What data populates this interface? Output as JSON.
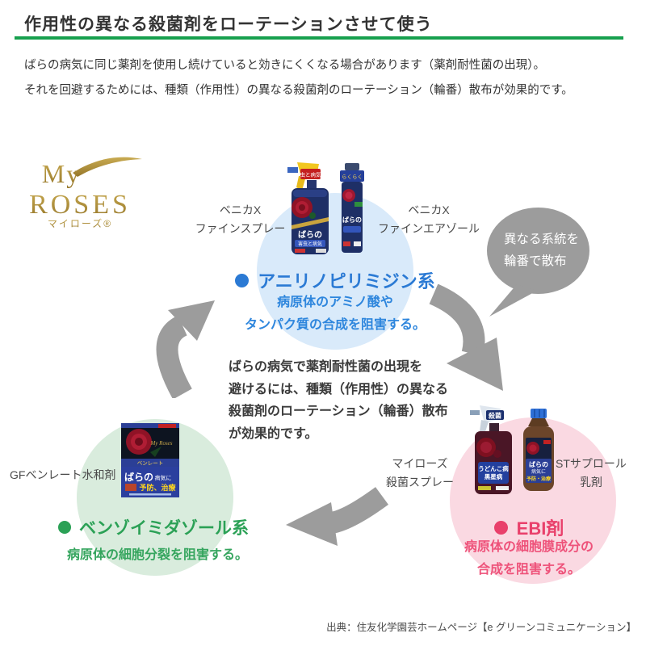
{
  "header": {
    "title": "作用性の異なる殺菌剤をローテーションさせて使う"
  },
  "intro": {
    "line1": "ばらの病気に同じ薬剤を使用し続けていると効きにくくなる場合があります（薬剤耐性菌の出現）。",
    "line2": "それを回避するためには、種類（作用性）の異なる殺菌剤のローテーション（輪番）散布が効果的です。"
  },
  "logo": {
    "word1": "My",
    "word2": "ROSES",
    "kana": "マイローズ®"
  },
  "bubble": {
    "line1": "異なる系統を",
    "line2": "輪番で散布"
  },
  "center_note": {
    "line1": "ばらの病気で薬剤耐性菌の出現を",
    "line2": "避けるには、種類（作用性）の異なる",
    "line3": "殺菌剤のローテーション（輪番）散布",
    "line4": "が効果的です。"
  },
  "groups": {
    "anilino": {
      "name": "アニリノピリミジン系",
      "desc1": "病原体のアミノ酸や",
      "desc2": "タンパク質の合成を阻害する。",
      "accent_color": "#2b7ad4",
      "circle_color": "#d9eafa",
      "product1": {
        "line1": "ベニカX",
        "line2": "ファインスプレー"
      },
      "product2": {
        "line1": "ベニカX",
        "line2": "ファインエアゾール"
      }
    },
    "benzo": {
      "name": "ベンゾイミダゾール系",
      "desc1": "病原体の細胞分裂を阻害する。",
      "accent_color": "#2ba156",
      "circle_color": "#d9ecdd",
      "product1": {
        "line1": "GFベンレート水和剤"
      }
    },
    "ebi": {
      "name": "EBI剤",
      "desc1": "病原体の細胞膜成分の",
      "desc2": "合成を阻害する。",
      "accent_color": "#e9406b",
      "circle_color": "#fad9e2",
      "product1": {
        "line1": "マイローズ",
        "line2": "殺菌スプレー"
      },
      "product2": {
        "line1": "STサプロール",
        "line2": "乳剤"
      }
    }
  },
  "art": {
    "benika_badge": "虫と病気",
    "benika_name": "ばらの",
    "benika_sub": "害虫と病気",
    "aero_badge": "らくらく",
    "aero_name": "ばらの",
    "box_brand": "My Roses",
    "box_band": "ベンレート",
    "box_name": "ばらの",
    "box_name2": "病気に",
    "box_effect": "予防、治療",
    "myrose_badge": "殺菌",
    "myrose_line1": "うどんこ病",
    "myrose_line2": "黒星病",
    "st_name": "ばらの",
    "st_name2": "病気に",
    "st_effect": "予防・治療"
  },
  "footer": {
    "source": "出典：住友化学園芸ホームページ【e グリーンコミュニケーション】"
  }
}
